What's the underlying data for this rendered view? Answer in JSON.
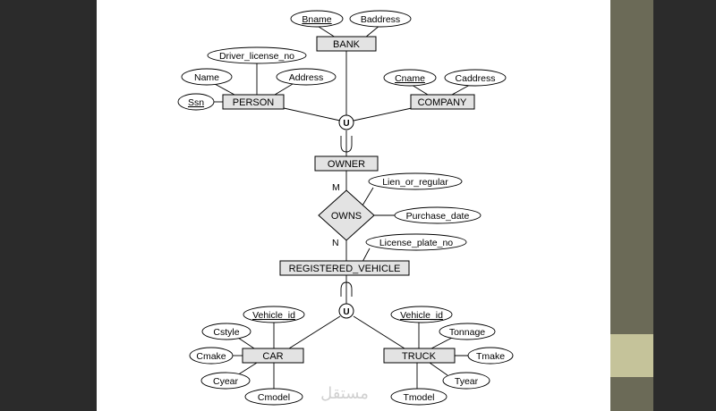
{
  "entities": {
    "bank": "BANK",
    "person": "PERSON",
    "company": "COMPANY",
    "owner": "OWNER",
    "registered_vehicle": "REGISTERED_VEHICLE",
    "car": "CAR",
    "truck": "TRUCK"
  },
  "relationships": {
    "owns": "OWNS"
  },
  "union_symbols": {
    "owner_union": "U",
    "vehicle_union": "U"
  },
  "cardinality": {
    "m": "M",
    "n": "N"
  },
  "attributes": {
    "bname": "Bname",
    "baddress": "Baddress",
    "driver_license_no": "Driver_license_no",
    "name": "Name",
    "address": "Address",
    "ssn": "Ssn",
    "cname": "Cname",
    "caddress": "Caddress",
    "lien_or_regular": "Lien_or_regular",
    "purchase_date": "Purchase_date",
    "license_plate_no": "License_plate_no",
    "car_vehicle_id": "Vehicle_id",
    "cstyle": "Cstyle",
    "cmake": "Cmake",
    "cyear": "Cyear",
    "cmodel": "Cmodel",
    "truck_vehicle_id": "Vehicle_id",
    "tonnage": "Tonnage",
    "tmake": "Tmake",
    "tyear": "Tyear",
    "tmodel": "Tmodel"
  },
  "watermark": "مستقل"
}
